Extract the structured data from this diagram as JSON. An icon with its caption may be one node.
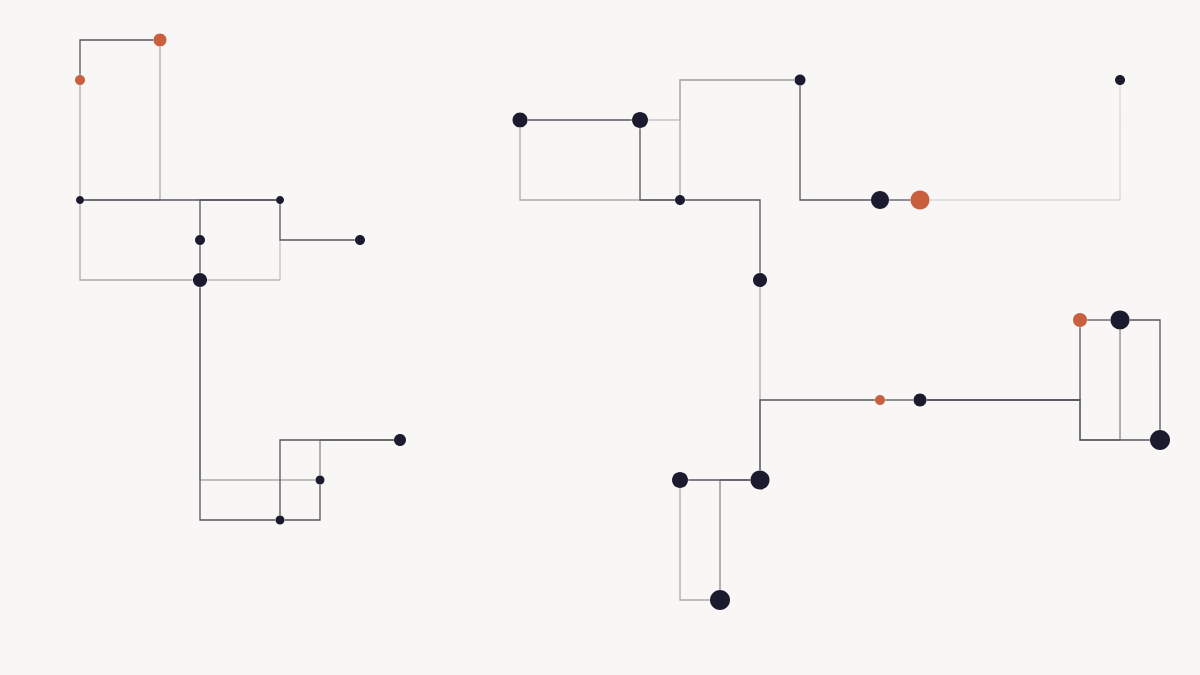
{
  "diagram": {
    "nodes": [
      {
        "text": [],
        "shape": "circle"
      },
      {
        "text": [],
        "shape": "circle"
      },
      {
        "text": [],
        "shape": "circle"
      },
      {
        "text": [],
        "shape": "circle"
      },
      {
        "text": [],
        "shape": "circle"
      },
      {
        "text": [],
        "shape": "circle"
      },
      {
        "text": [],
        "shape": "circle"
      },
      {
        "text": [],
        "shape": "circle"
      },
      {
        "text": [],
        "shape": "circle"
      },
      {
        "text": [],
        "shape": "circle"
      },
      {
        "text": [],
        "shape": "circle"
      },
      {
        "text": [],
        "shape": "circle"
      },
      {
        "text": [],
        "shape": "circle"
      },
      {
        "text": [],
        "shape": "circle"
      },
      {
        "text": [],
        "shape": "circle"
      },
      {
        "text": [],
        "shape": "circle"
      },
      {
        "text": [],
        "shape": "circle"
      },
      {
        "text": [],
        "shape": "circle"
      },
      {
        "text": [],
        "shape": "circle"
      },
      {
        "text": [],
        "shape": "circle"
      },
      {
        "text": [],
        "shape": "circle"
      },
      {
        "text": [],
        "shape": "circle"
      },
      {
        "text": [],
        "shape": "circle"
      },
      {
        "text": [],
        "shape": "circle"
      },
      {
        "text": [],
        "shape": "circle"
      },
      {
        "text": [],
        "shape": "circle"
      }
    ],
    "edges": [
      {
        "from": 0,
        "to": 1,
        "arrow": "none"
      },
      {
        "from": 0,
        "to": 2,
        "arrow": "none",
        "color": "#ababab"
      },
      {
        "from": 2,
        "to": 3,
        "arrow": "none"
      },
      {
        "from": 4,
        "to": 6,
        "arrow": "none"
      },
      {
        "from": 3,
        "to": 5,
        "arrow": "none"
      },
      {
        "from": 2,
        "to": 6,
        "arrow": "none",
        "color": "#ababab"
      },
      {
        "from": 6,
        "to": 9,
        "arrow": "none"
      },
      {
        "from": 9,
        "to": 8,
        "arrow": "none"
      },
      {
        "from": 9,
        "to": 7,
        "arrow": "none"
      },
      {
        "from": 10,
        "to": 11,
        "arrow": "none"
      },
      {
        "from": 11,
        "to": 14,
        "arrow": "none"
      },
      {
        "from": 14,
        "to": 12,
        "arrow": "none",
        "color": "#ababab"
      },
      {
        "from": 14,
        "to": 17,
        "arrow": "none"
      },
      {
        "from": 12,
        "to": 15,
        "arrow": "none"
      },
      {
        "from": 15,
        "to": 16,
        "arrow": "none"
      },
      {
        "from": 16,
        "to": 13,
        "arrow": "none",
        "color": "#d8d8d8"
      },
      {
        "from": 17,
        "to": 24,
        "arrow": "none",
        "color": "#ababab"
      },
      {
        "from": 24,
        "to": 20,
        "arrow": "none"
      },
      {
        "from": 20,
        "to": 21,
        "arrow": "none"
      },
      {
        "from": 21,
        "to": 18,
        "arrow": "none"
      },
      {
        "from": 18,
        "to": 19,
        "arrow": "none"
      },
      {
        "from": 19,
        "to": 22,
        "arrow": "none"
      },
      {
        "from": 23,
        "to": 24,
        "arrow": "none"
      },
      {
        "from": 23,
        "to": 25,
        "arrow": "none",
        "color": "#ababab"
      },
      {
        "from": 1,
        "to": 2,
        "arrow": "none",
        "color": "#ababab"
      },
      {
        "from": 4,
        "to": 3,
        "arrow": "none"
      },
      {
        "from": 8,
        "to": 6,
        "arrow": "none",
        "color": "#ababab"
      },
      {
        "from": 8,
        "to": 7,
        "arrow": "none",
        "color": "#8a8a8a"
      },
      {
        "from": 10,
        "to": 14,
        "arrow": "none",
        "color": "#ababab"
      },
      {
        "from": 11,
        "to": 12,
        "arrow": "none",
        "color": "#c4c4c4"
      },
      {
        "from": 21,
        "to": 22,
        "arrow": "none"
      },
      {
        "from": 19,
        "to": 21,
        "arrow": "none",
        "color": "#8a8a8a"
      },
      {
        "from": 25,
        "to": 24,
        "arrow": "none",
        "color": "#8a8a8a"
      }
    ]
  }
}
